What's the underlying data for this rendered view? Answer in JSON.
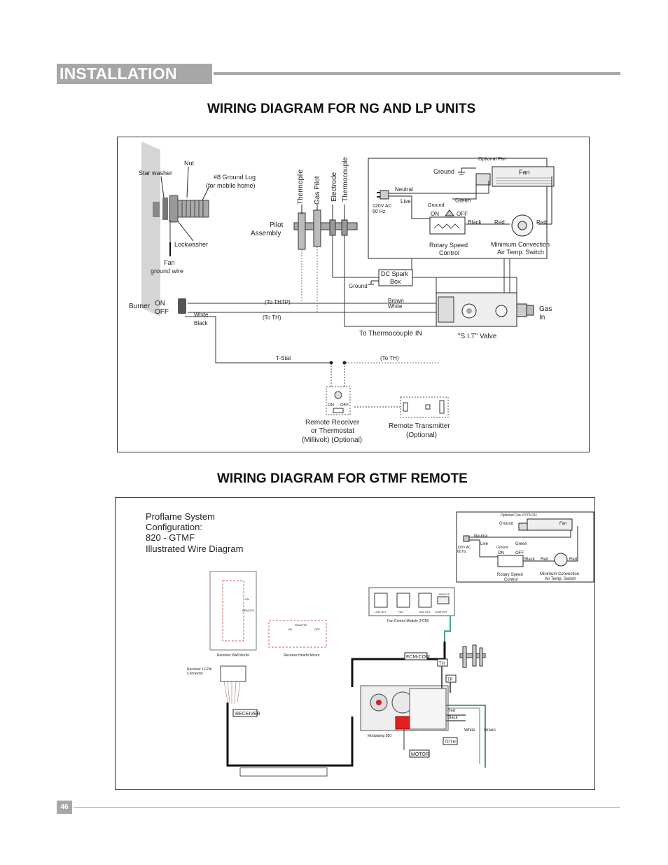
{
  "header": {
    "title": "INSTALLATION"
  },
  "diagram1": {
    "title": "WIRING DIAGRAM FOR NG AND LP UNITS",
    "labels": {
      "star_washer": "Star washer",
      "nut": "Nut",
      "ground_lug_1": "#8 Ground Lug",
      "ground_lug_2": "(for mobile home)",
      "lockwasher": "Lockwasher",
      "fan_ground_1": "Fan",
      "fan_ground_2": "ground wire",
      "thermopile": "Thermopile",
      "gas_pilot": "Gas Pilot",
      "electrode": "Electrode",
      "thermocouple": "Thermocouple",
      "pilot_assembly_1": "Pilot",
      "pilot_assembly_2": "Assembly",
      "optional_fan": "Optional Fan",
      "ground": "Ground",
      "fan": "Fan",
      "neutral": "Neutral",
      "ac_1": "120V AC",
      "ac_2": "60 Hz",
      "live": "Live",
      "green": "Green",
      "ground_small": "Ground",
      "on": "ON",
      "off": "OFF",
      "black": "Black",
      "red": "Red",
      "red2": "Red",
      "rotary_1": "Rotary Speed",
      "rotary_2": "Control",
      "min_conv_1": "Minimum Convection",
      "min_conv_2": "Air Temp. Switch",
      "dc_spark_1": "DC Spark",
      "dc_spark_2": "Box",
      "ground_spark": "Ground",
      "burner": "Burner",
      "burner_on": "ON",
      "burner_off": "OFF",
      "white": "White",
      "black_wire": "Black",
      "to_thtp": "(To THTP)",
      "to_th": "(To TH)",
      "brown": "Brown",
      "white2": "White",
      "gas_in_1": "Gas",
      "gas_in_2": "In",
      "to_thermocouple": "To Thermocouple IN",
      "sit_valve": "\"S.I.T\" Valve",
      "tstat": "T-Stat",
      "to_th2": "(To TH)",
      "remote_on": "ON",
      "remote_off": "OFF",
      "receiver_1": "Remote Receiver",
      "receiver_2": "or Thermostat",
      "receiver_3": "(Millivolt) (Optional)",
      "transmitter_1": "Remote Transmitter",
      "transmitter_2": "(Optional)"
    }
  },
  "diagram2": {
    "title": "WIRING DIAGRAM FOR GTMF REMOTE",
    "labels": {
      "proflame_1": "Proflame System",
      "proflame_2": "Configuration:",
      "proflame_3": "820 - GTMF",
      "proflame_4": "Illustrated Wire Diagram",
      "optional_fan": "Optional Fan # 570-011",
      "ground": "Ground",
      "fan": "Fan",
      "neutral": "Neutral",
      "ac_1": "120V AC",
      "ac_2": "60 Hz",
      "live": "Live",
      "green": "Green",
      "ground_small": "Ground",
      "on": "ON",
      "off": "OFF",
      "black": "Black",
      "red": "Red",
      "red2": "Red",
      "rotary_1": "Rotary Speed",
      "rotary_2": "Control",
      "min_conv_1": "Minimum Convection",
      "min_conv_2": "Air Temp. Switch",
      "remote": "REMOTE",
      "on_small": "ON",
      "off_small": "OFF",
      "receiver_wall": "Receiver Wall Mount",
      "receiver_hearth": "Receiver Hearth Mount",
      "receiver_conn_1": "Receiver 12-Pin",
      "receiver_conn_2": "Connector",
      "receiver_tag": "RECEIVER",
      "fcm_label": "Fan Control  Module (FCM)",
      "fcm_com": "FCM-COM",
      "th": "TH",
      "tp": "TP",
      "red_w": "Red",
      "black_w": "Black",
      "white_w": "White",
      "green_w": "Green",
      "tpth": "TPTH",
      "modulating": "Modulating 820",
      "motor": "MOTOR",
      "low_out": "LOW OUT",
      "fan_out": "FAN",
      "aux_out": "AUX OUT",
      "comfort": "COMFORT",
      "remote_sw": "REMOTE"
    }
  },
  "footer": {
    "page_number": "46"
  }
}
